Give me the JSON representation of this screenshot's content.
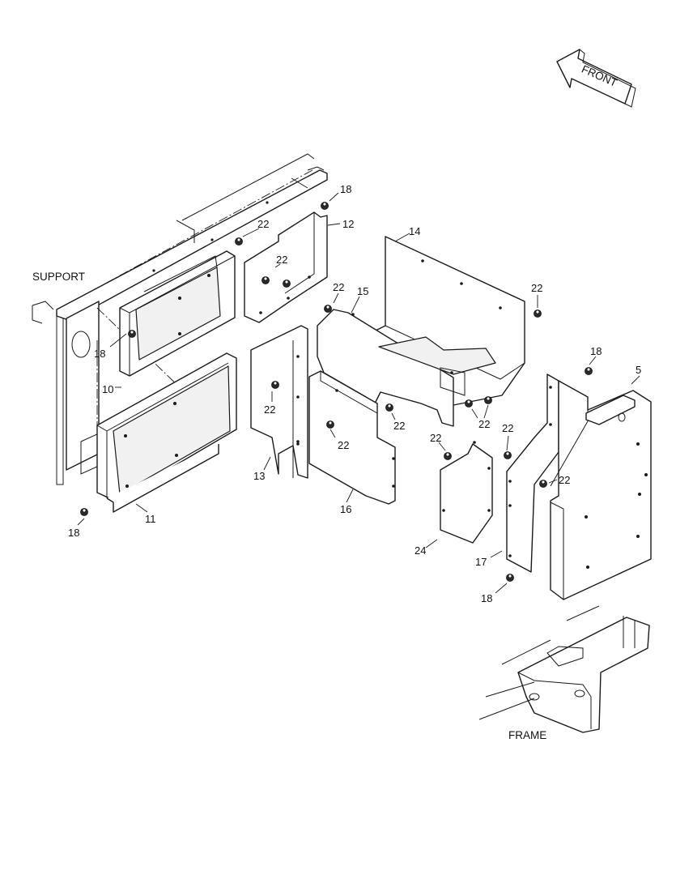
{
  "labels": {
    "front": "FRONT",
    "support": "SUPPORT",
    "frame": "FRAME",
    "p18_a": "18",
    "p12": "12",
    "p22_a": "22",
    "p22_b": "22",
    "p14": "14",
    "p22_c": "22",
    "p15": "15",
    "p22_d": "22",
    "p18_b": "18",
    "p10": "10",
    "p18_c": "18",
    "p5": "5",
    "p22_e": "22",
    "p22_f": "22",
    "p22_g": "22",
    "p22_h": "22",
    "p22_i": "22",
    "p22_j": "22",
    "p22_k": "22",
    "p13": "13",
    "p16": "16",
    "p11": "11",
    "p18_d": "18",
    "p24": "24",
    "p17": "17",
    "p18_e": "18"
  }
}
